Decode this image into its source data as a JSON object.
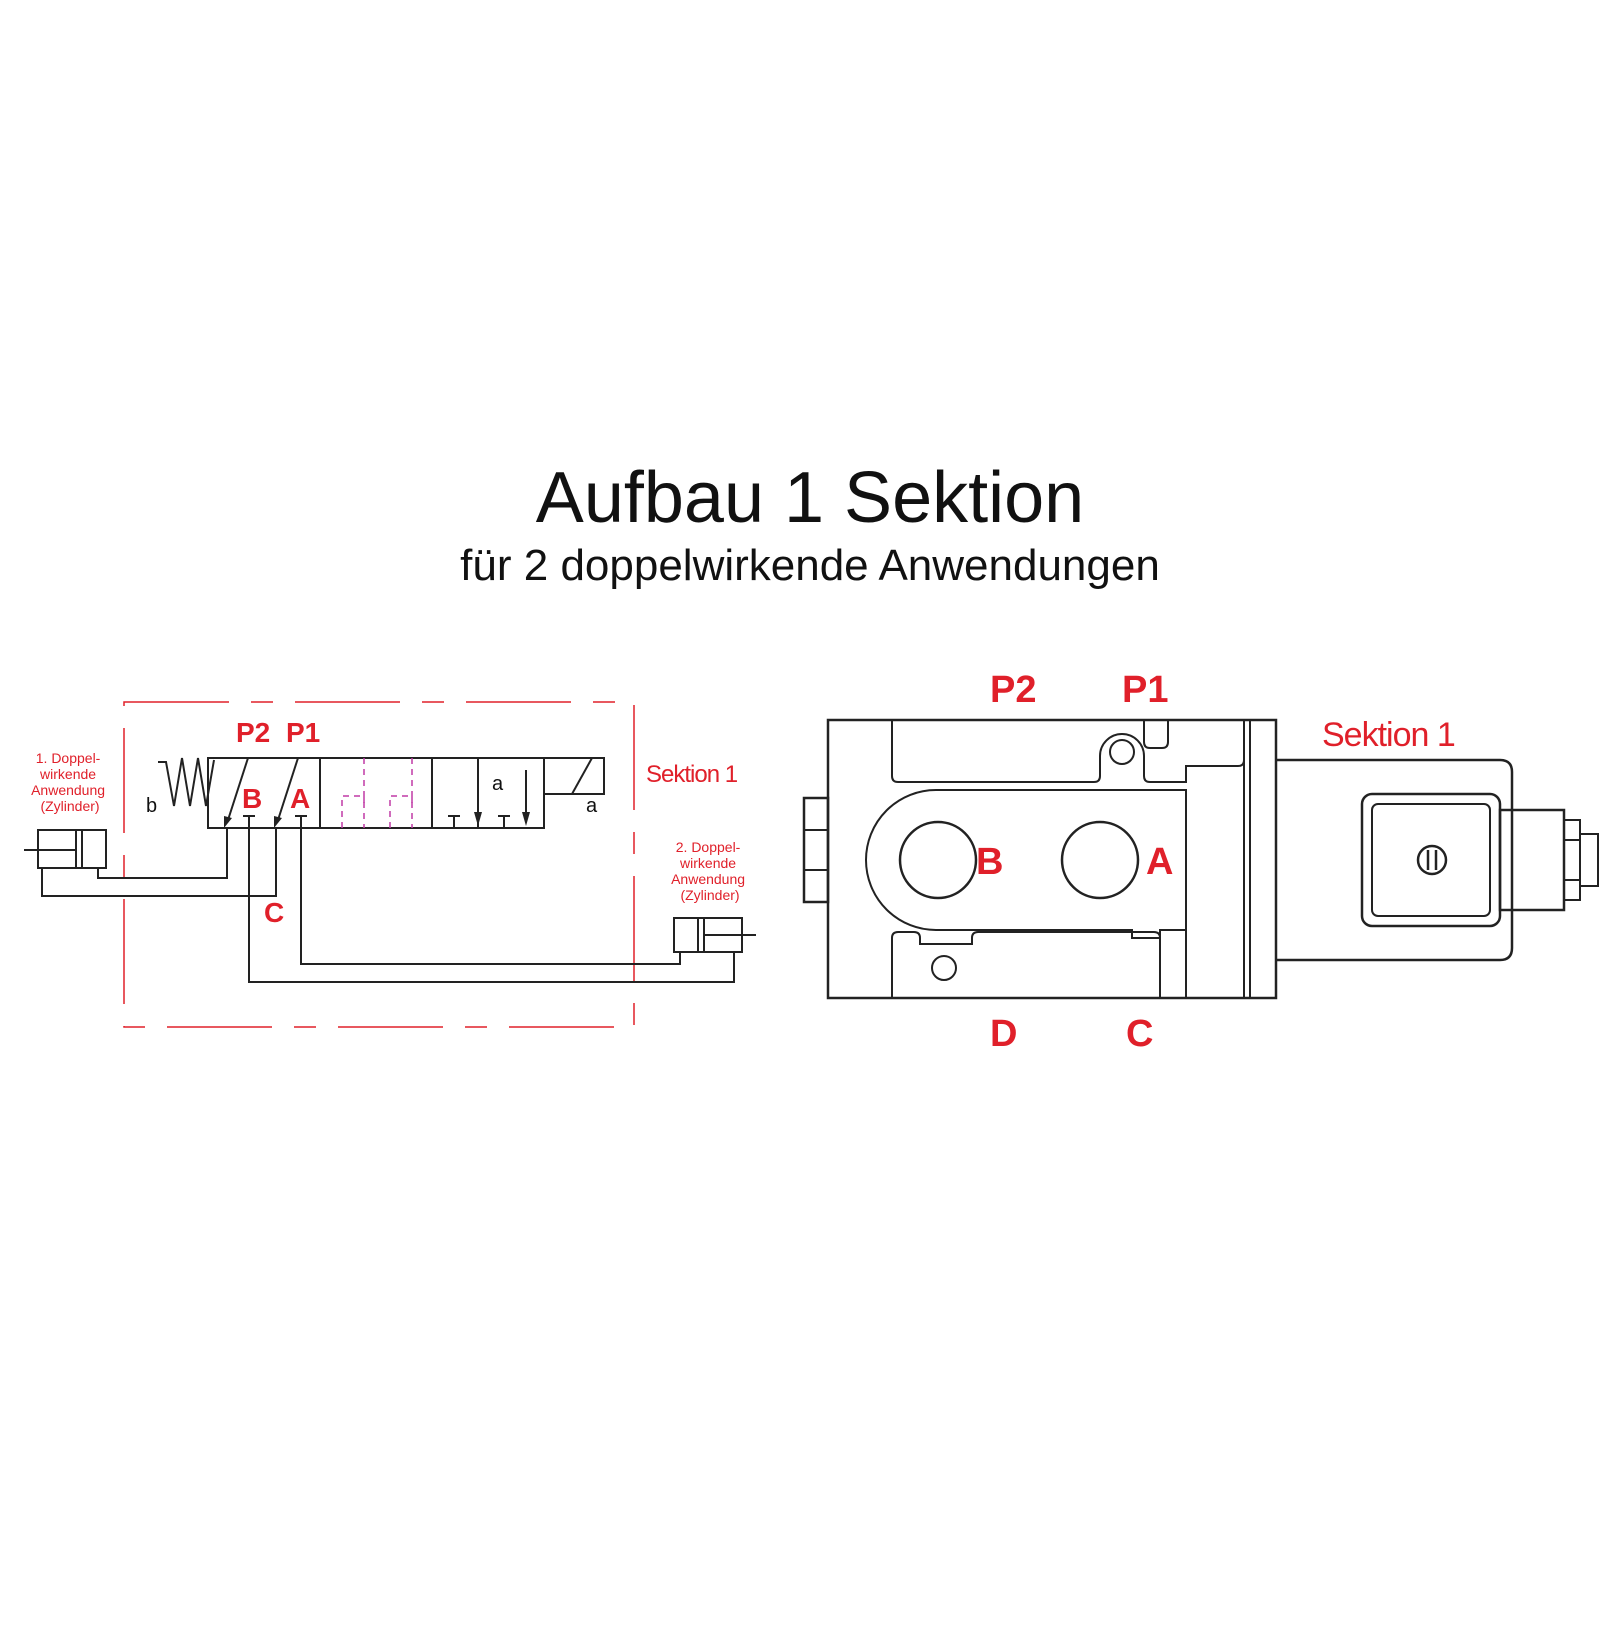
{
  "title": "Aufbau 1 Sektion",
  "subtitle": "für 2 doppelwirkende Anwendungen",
  "colors": {
    "accent": "#e0202a",
    "line": "#222222",
    "dashed_center": "#c03aa6"
  },
  "schematic": {
    "port_p2": "P2",
    "port_p1": "P1",
    "port_b": "B",
    "port_a": "A",
    "port_c": "C",
    "section_label": "Sektion 1",
    "spring_side_label": "b",
    "solenoid_side_label": "a",
    "box_label_a": "a",
    "cylinder_1": [
      "1. Doppel-",
      "wirkende",
      "Anwendung",
      "(Zylinder)"
    ],
    "cylinder_2": [
      "2. Doppel-",
      "wirkende",
      "Anwendung",
      "(Zylinder)"
    ]
  },
  "valve_body": {
    "port_p2": "P2",
    "port_p1": "P1",
    "port_b": "B",
    "port_a": "A",
    "port_d": "D",
    "port_c": "C",
    "section_label": "Sektion 1"
  }
}
